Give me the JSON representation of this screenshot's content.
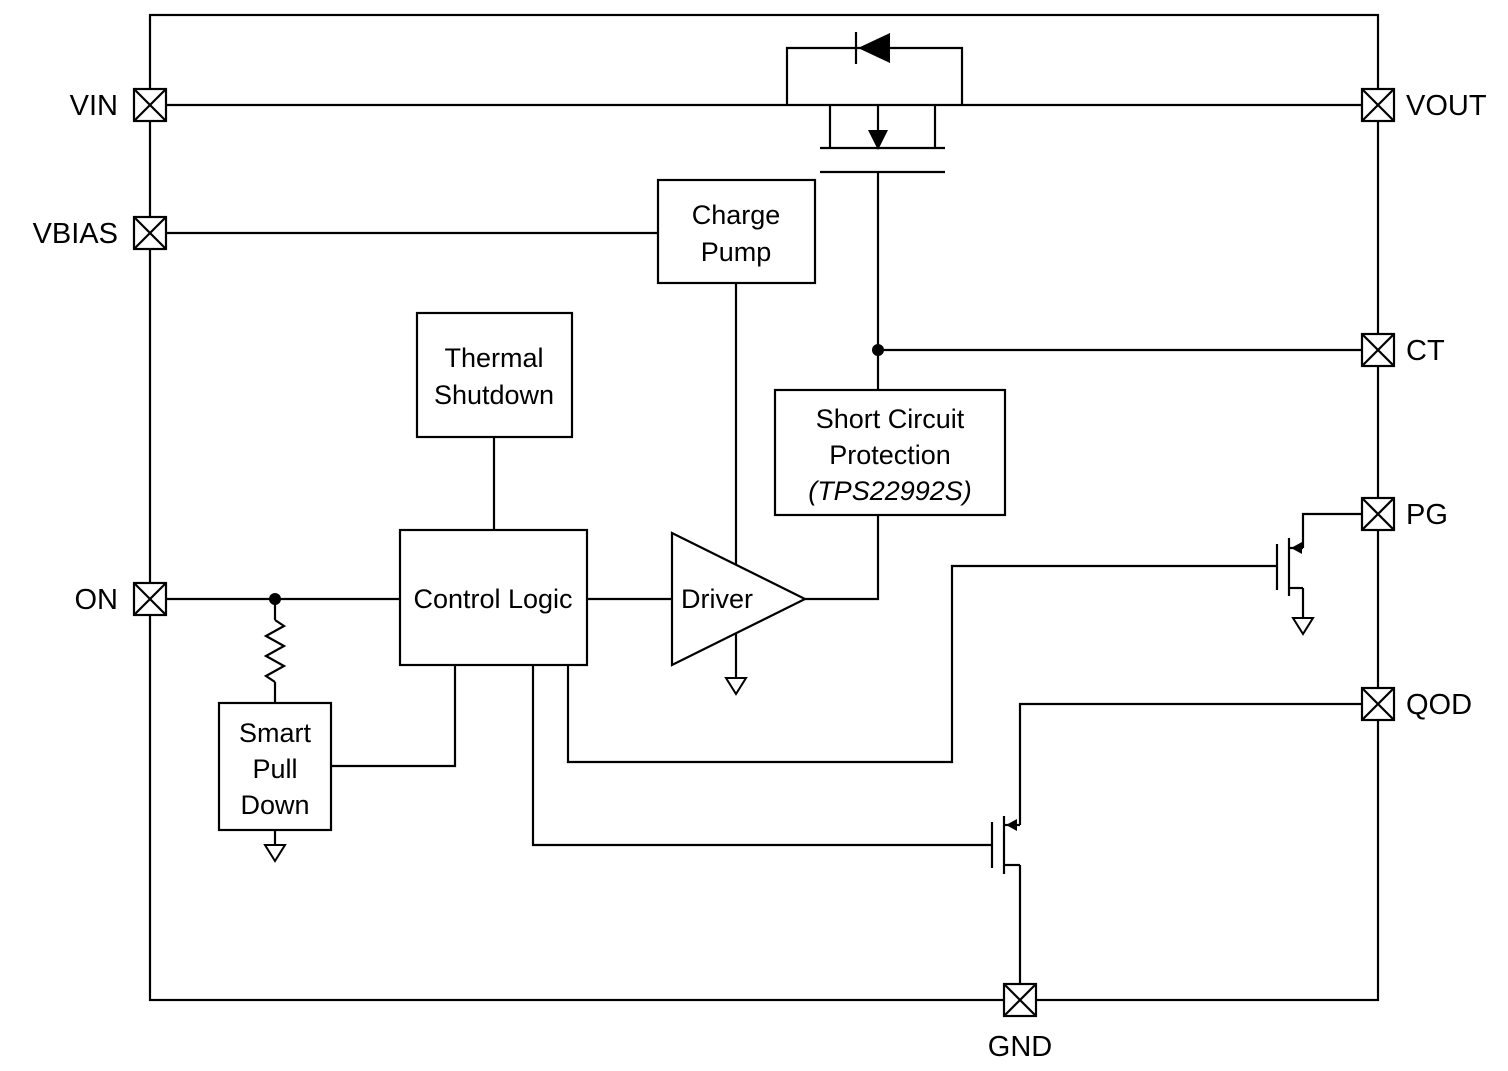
{
  "diagram": {
    "type": "functional-block-diagram",
    "pins": {
      "vin": "VIN",
      "vbias": "VBIAS",
      "on": "ON",
      "vout": "VOUT",
      "ct": "CT",
      "pg": "PG",
      "qod": "QOD",
      "gnd": "GND"
    },
    "blocks": {
      "charge_pump": {
        "line1": "Charge",
        "line2": "Pump"
      },
      "thermal_shutdown": {
        "line1": "Thermal",
        "line2": "Shutdown"
      },
      "short_circuit": {
        "line1": "Short Circuit",
        "line2": "Protection",
        "line3": "(TPS22992S)"
      },
      "control_logic": {
        "label": "Control Logic"
      },
      "driver": {
        "label": "Driver"
      },
      "smart_pull_down": {
        "line1": "Smart",
        "line2": "Pull",
        "line3": "Down"
      }
    },
    "colors": {
      "line": "#000000",
      "background": "#ffffff"
    }
  }
}
